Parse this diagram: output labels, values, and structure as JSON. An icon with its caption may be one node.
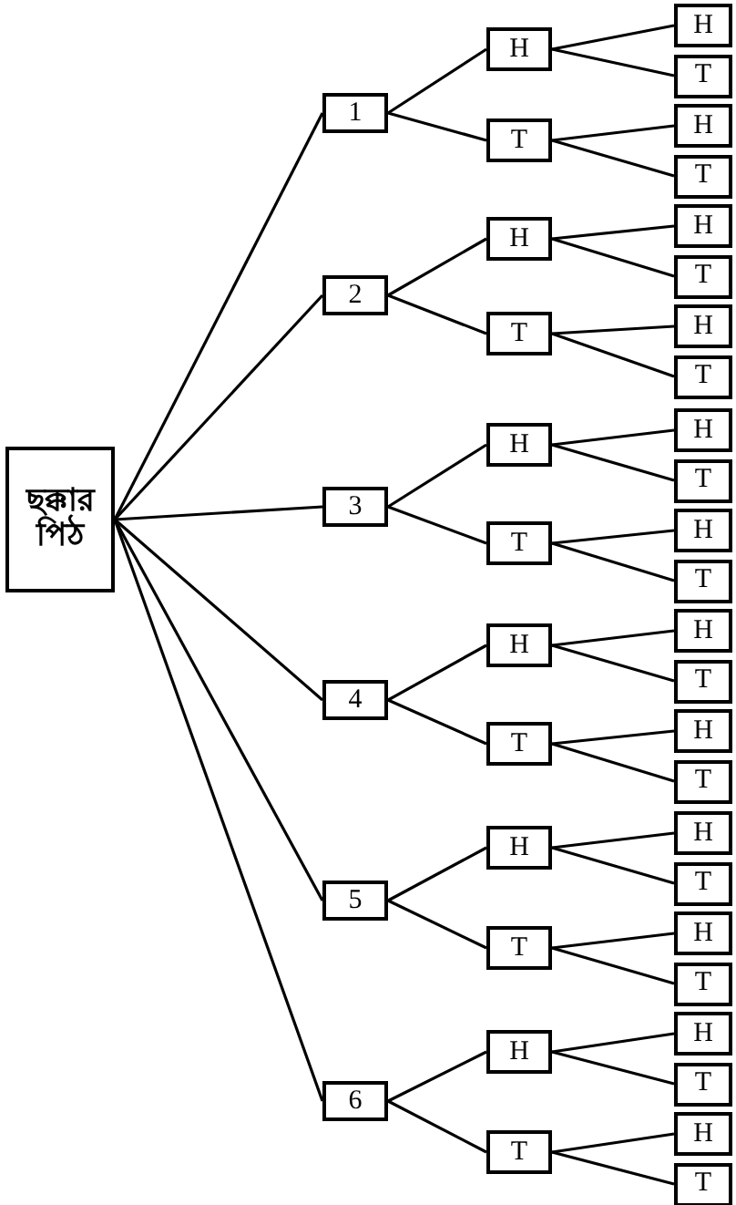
{
  "diagram": {
    "nodes": [
      {
        "text": [
          "ছক্কার পিঠ"
        ]
      },
      {
        "text": [
          "1"
        ]
      },
      {
        "text": [
          "H"
        ]
      },
      {
        "text": [
          "H"
        ]
      },
      {
        "text": [
          "T"
        ]
      },
      {
        "text": [
          "T"
        ]
      },
      {
        "text": [
          "H"
        ]
      },
      {
        "text": [
          "T"
        ]
      },
      {
        "text": [
          "2"
        ]
      },
      {
        "text": [
          "H"
        ]
      },
      {
        "text": [
          "H"
        ]
      },
      {
        "text": [
          "T"
        ]
      },
      {
        "text": [
          "T"
        ]
      },
      {
        "text": [
          "H"
        ]
      },
      {
        "text": [
          "T"
        ]
      },
      {
        "text": [
          "3"
        ]
      },
      {
        "text": [
          "H"
        ]
      },
      {
        "text": [
          "H"
        ]
      },
      {
        "text": [
          "T"
        ]
      },
      {
        "text": [
          "T"
        ]
      },
      {
        "text": [
          "H"
        ]
      },
      {
        "text": [
          "T"
        ]
      },
      {
        "text": [
          "4"
        ]
      },
      {
        "text": [
          "H"
        ]
      },
      {
        "text": [
          "H"
        ]
      },
      {
        "text": [
          "T"
        ]
      },
      {
        "text": [
          "T"
        ]
      },
      {
        "text": [
          "H"
        ]
      },
      {
        "text": [
          "T"
        ]
      },
      {
        "text": [
          "5"
        ]
      },
      {
        "text": [
          "H"
        ]
      },
      {
        "text": [
          "H"
        ]
      },
      {
        "text": [
          "T"
        ]
      },
      {
        "text": [
          "T"
        ]
      },
      {
        "text": [
          "H"
        ]
      },
      {
        "text": [
          "T"
        ]
      },
      {
        "text": [
          "6"
        ]
      },
      {
        "text": [
          "H"
        ]
      },
      {
        "text": [
          "H"
        ]
      },
      {
        "text": [
          "T"
        ]
      },
      {
        "text": [
          "T"
        ]
      },
      {
        "text": [
          "H"
        ]
      },
      {
        "text": [
          "T"
        ]
      }
    ],
    "edges": [
      {
        "from": 0,
        "to": 1,
        "arrow": "none"
      },
      {
        "from": 1,
        "to": 2,
        "arrow": "none"
      },
      {
        "from": 2,
        "to": 3,
        "arrow": "none"
      },
      {
        "from": 2,
        "to": 4,
        "arrow": "none"
      },
      {
        "from": 1,
        "to": 5,
        "arrow": "none"
      },
      {
        "from": 5,
        "to": 6,
        "arrow": "none"
      },
      {
        "from": 5,
        "to": 7,
        "arrow": "none"
      },
      {
        "from": 0,
        "to": 8,
        "arrow": "none"
      },
      {
        "from": 8,
        "to": 9,
        "arrow": "none"
      },
      {
        "from": 9,
        "to": 10,
        "arrow": "none"
      },
      {
        "from": 9,
        "to": 11,
        "arrow": "none"
      },
      {
        "from": 8,
        "to": 12,
        "arrow": "none"
      },
      {
        "from": 12,
        "to": 13,
        "arrow": "none"
      },
      {
        "from": 12,
        "to": 14,
        "arrow": "none"
      },
      {
        "from": 0,
        "to": 15,
        "arrow": "none"
      },
      {
        "from": 15,
        "to": 16,
        "arrow": "none"
      },
      {
        "from": 16,
        "to": 17,
        "arrow": "none"
      },
      {
        "from": 16,
        "to": 18,
        "arrow": "none"
      },
      {
        "from": 15,
        "to": 19,
        "arrow": "none"
      },
      {
        "from": 19,
        "to": 20,
        "arrow": "none"
      },
      {
        "from": 19,
        "to": 21,
        "arrow": "none"
      },
      {
        "from": 0,
        "to": 22,
        "arrow": "none"
      },
      {
        "from": 22,
        "to": 23,
        "arrow": "none"
      },
      {
        "from": 23,
        "to": 24,
        "arrow": "none"
      },
      {
        "from": 23,
        "to": 25,
        "arrow": "none"
      },
      {
        "from": 22,
        "to": 26,
        "arrow": "none"
      },
      {
        "from": 26,
        "to": 27,
        "arrow": "none"
      },
      {
        "from": 26,
        "to": 28,
        "arrow": "none"
      },
      {
        "from": 0,
        "to": 29,
        "arrow": "none"
      },
      {
        "from": 29,
        "to": 30,
        "arrow": "none"
      },
      {
        "from": 30,
        "to": 31,
        "arrow": "none"
      },
      {
        "from": 30,
        "to": 32,
        "arrow": "none"
      },
      {
        "from": 29,
        "to": 33,
        "arrow": "none"
      },
      {
        "from": 33,
        "to": 34,
        "arrow": "none"
      },
      {
        "from": 33,
        "to": 35,
        "arrow": "none"
      },
      {
        "from": 0,
        "to": 36,
        "arrow": "none"
      },
      {
        "from": 36,
        "to": 37,
        "arrow": "none"
      },
      {
        "from": 37,
        "to": 38,
        "arrow": "none"
      },
      {
        "from": 37,
        "to": 39,
        "arrow": "none"
      },
      {
        "from": 36,
        "to": 40,
        "arrow": "none"
      },
      {
        "from": 40,
        "to": 41,
        "arrow": "none"
      },
      {
        "from": 40,
        "to": 42,
        "arrow": "none"
      }
    ]
  }
}
